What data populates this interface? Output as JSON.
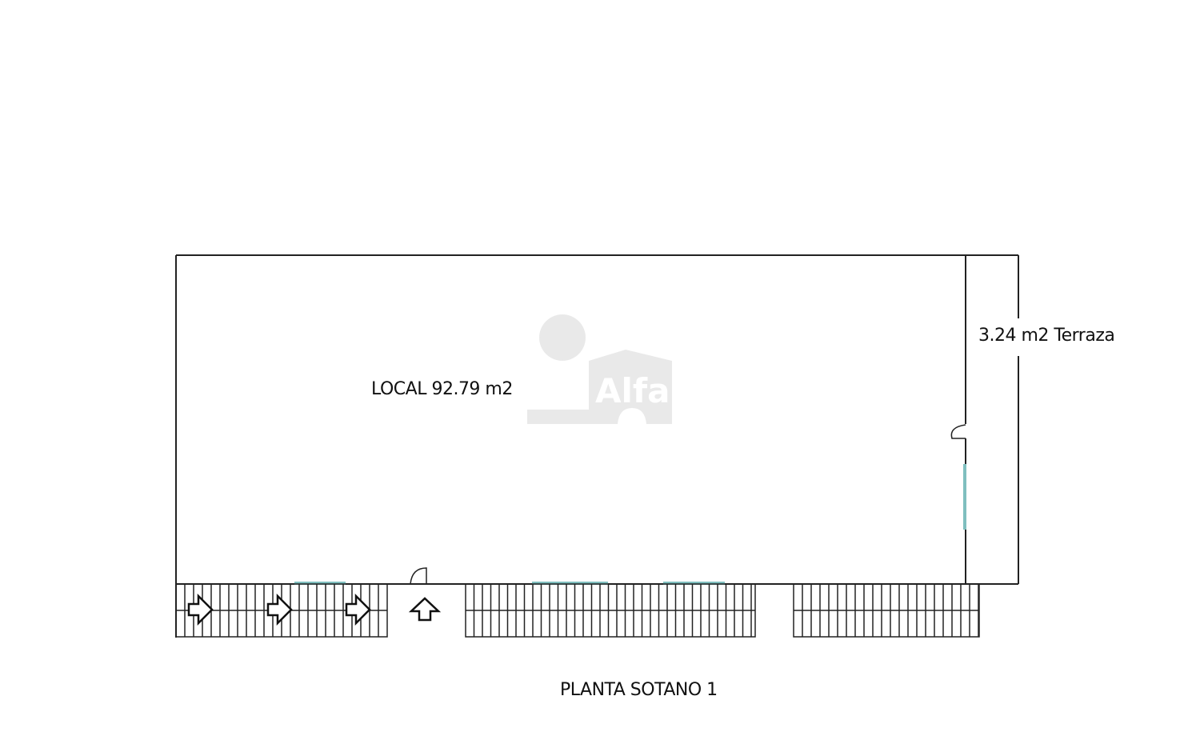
{
  "plan": {
    "room_label": "LOCAL 92.79 m2",
    "terrace_label": "3.24 m2 Terraza",
    "floor_title": "PLANTA SOTANO 1"
  },
  "watermark": {
    "text": "Alfa"
  },
  "colors": {
    "wall": "#222222",
    "window": "#7fbfbf",
    "watermark": "#d0d0d0"
  }
}
